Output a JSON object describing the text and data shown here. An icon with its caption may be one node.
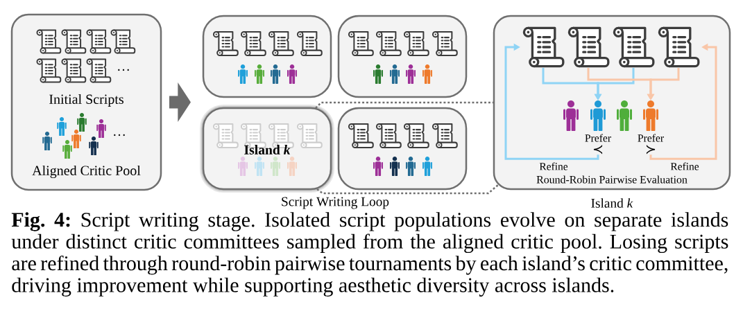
{
  "diagram": {
    "caption": "**Fig. 4:** Script writing stage. Isolated script populations evolve on separate islands under distinct critic committees sampled from the aligned critic pool. Losing scripts are refined through round-robin pairwise tournaments by each island’s critic committee, driving improvement while supporting aesthetic diversity across islands.",
    "nodes": [
      {
        "text": [
          "Initial Scripts",
          "Aligned Critic Pool"
        ]
      },
      {
        "text": [],
        "shape": "box"
      },
      {
        "text": [],
        "shape": "box"
      },
      {
        "text": [
          "Island *k*"
        ]
      },
      {
        "text": [],
        "shape": "box"
      },
      {
        "text": [
          "Round-Robin Pairwise Evaluation"
        ],
        "beside": [
          "Island *k*"
        ]
      },
      {
        "text": [],
        "shape": "scroll",
        "in": 5
      },
      {
        "text": [],
        "shape": "scroll",
        "in": 5
      },
      {
        "text": [],
        "shape": "scroll",
        "in": 5
      },
      {
        "text": [],
        "shape": "scroll",
        "in": 5
      },
      {
        "text": [],
        "shape": "person",
        "in": 5
      },
      {
        "text": [],
        "shape": "person",
        "in": 5
      },
      {
        "text": [],
        "shape": "person",
        "in": 5
      },
      {
        "text": [],
        "shape": "person",
        "in": 5
      },
      {
        "text": [
          "Prefer",
          "≺"
        ],
        "in": 5
      },
      {
        "text": [
          "Prefer",
          "≻"
        ],
        "in": 5
      }
    ],
    "edges": [
      {
        "from": 0,
        "to": null,
        "arrow": "to",
        "style": "thick",
        "color": "#6b6b6b"
      },
      {
        "from": 3,
        "to": 5,
        "arrow": "none",
        "style": "dashed",
        "color": "#707070"
      },
      {
        "from": 3,
        "to": 5,
        "arrow": "none",
        "style": "dashed",
        "color": "#707070"
      },
      {
        "from": 6,
        "to": 11,
        "arrow": "to",
        "color": "#8fd4f5"
      },
      {
        "from": 8,
        "to": 11,
        "arrow": "to",
        "color": "#8fd4f5"
      },
      {
        "from": 7,
        "to": 13,
        "arrow": "to",
        "color": "#f9c6a8"
      },
      {
        "from": 9,
        "to": 13,
        "arrow": "to",
        "color": "#f9c6a8"
      },
      {
        "from": 14,
        "to": 6,
        "arrow": "to",
        "label": "Refine",
        "color": "#8fd4f5"
      },
      {
        "from": 15,
        "to": 9,
        "arrow": "to",
        "label": "Refine",
        "color": "#f9c6a8"
      }
    ],
    "labels": [
      "…",
      "…",
      "Script Writing Loop"
    ]
  }
}
